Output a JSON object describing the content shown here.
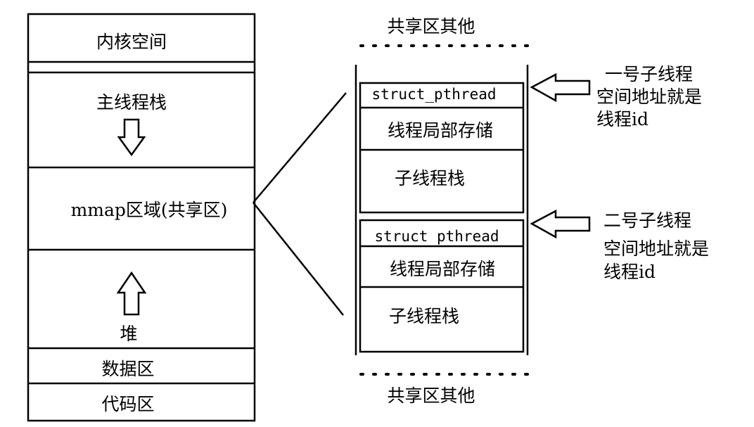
{
  "memory_layout": {
    "kernel_space": "内核空间",
    "main_thread_stack": "主线程栈",
    "mmap_region": "mmap区域(共享区)",
    "heap": "堆",
    "data_segment": "数据区",
    "code_segment": "代码区"
  },
  "shared_region": {
    "other_top": "共享区其他",
    "other_bottom": "共享区其他",
    "threads": [
      {
        "struct_label": "struct_pthread",
        "tls_label": "线程局部存储",
        "stack_label": "子线程栈",
        "note_line1": "一号子线程",
        "note_line2": "空间地址就是",
        "note_line3": "线程id"
      },
      {
        "struct_label": "struct pthread",
        "tls_label": "线程局部存储",
        "stack_label": "子线程栈",
        "note_line1": "二号子线程",
        "note_line2": "空间地址就是",
        "note_line3": "线程id"
      }
    ]
  }
}
